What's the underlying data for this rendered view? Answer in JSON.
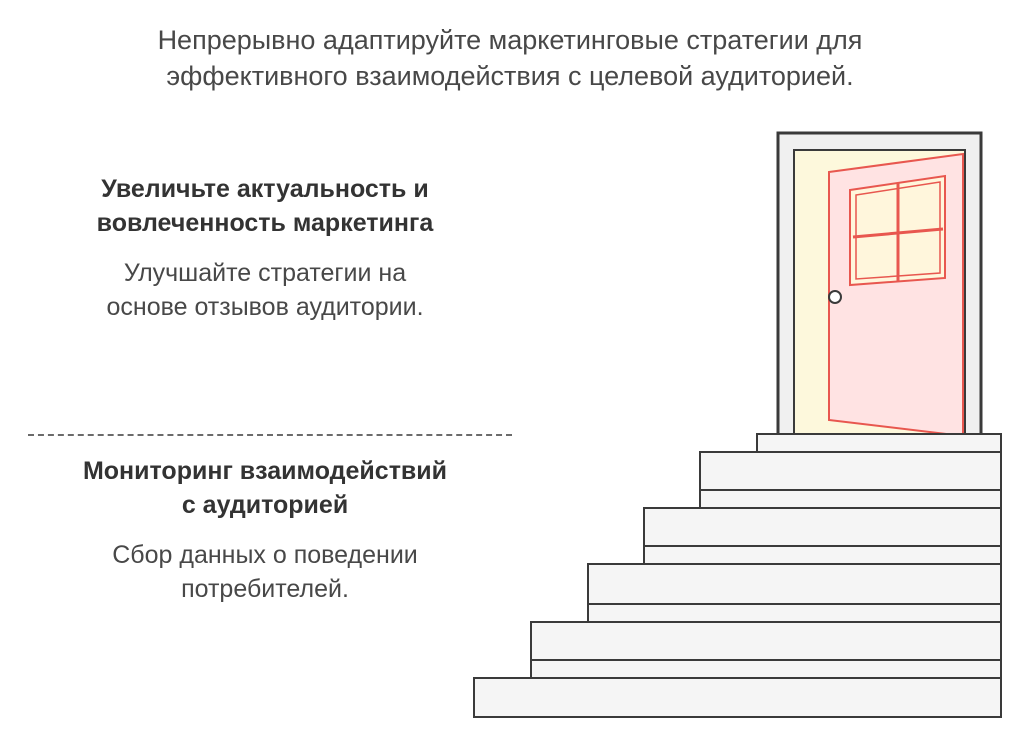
{
  "header": {
    "title": "Непрерывно адаптируйте маркетинговые стратегии для\nэффективного взаимодействия с целевой аудиторией."
  },
  "steps": [
    {
      "heading": "Увеличьте актуальность и\nвовлеченность маркетинга",
      "description": "Улучшайте стратегии на\nоснове отзывов аудитории."
    },
    {
      "heading": "Мониторинг взаимодействий\nс аудиторией",
      "description": "Сбор данных о поведении\nпотребителей."
    }
  ],
  "colors": {
    "stair_fill": "#f5f5f5",
    "stroke": "#3a3a3a",
    "door_frame": "#f0f0f0",
    "door_opening": "#fdf8dc",
    "door_fill": "#ffe3e3",
    "door_stroke": "#e8574f",
    "window_fill": "#fff6dc"
  },
  "icons": {
    "staircase": "staircase-icon",
    "door": "open-door-icon"
  }
}
